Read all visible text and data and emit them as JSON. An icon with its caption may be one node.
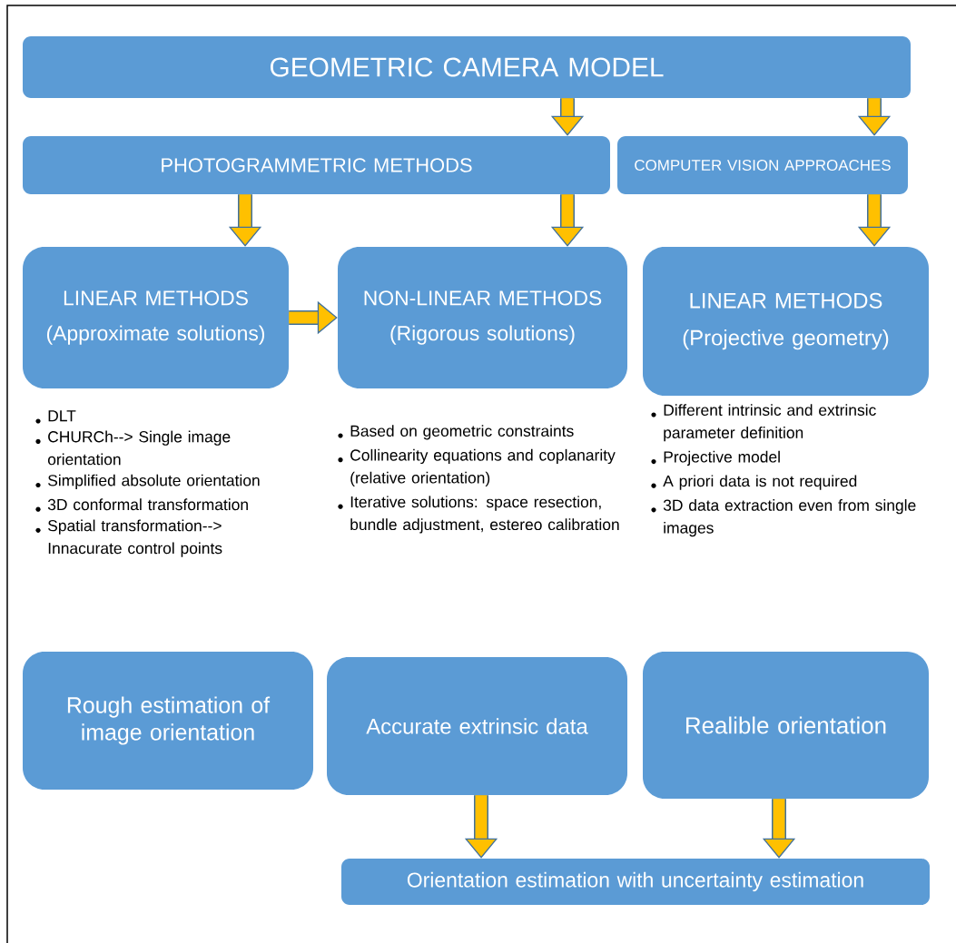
{
  "diagram": {
    "nodes": [
      {
        "text": [
          "GEOMETRIC CAMERA MODEL"
        ]
      },
      {
        "text": [
          "PHOTOGRAMMETRIC METHODS"
        ]
      },
      {
        "text": [
          "COMPUTER VISION APPROACHES"
        ]
      },
      {
        "text": [
          "LINEAR METHODS",
          "(Approximate solutions)"
        ]
      },
      {
        "text": [
          "NON-LINEAR METHODS",
          "(Rigorous solutions)"
        ]
      },
      {
        "text": [
          "LINEAR METHODS",
          "(Projective geometry)"
        ]
      },
      {
        "text": [
          "Rough estimation of image orientation"
        ]
      },
      {
        "text": [
          "Accurate extrinsic data"
        ]
      },
      {
        "text": [
          "Realible orientation"
        ]
      },
      {
        "text": [
          "Orientation estimation with uncertainty estimation"
        ]
      }
    ],
    "edges": [
      {
        "from": 0,
        "to": 1,
        "arrow": "to"
      },
      {
        "from": 0,
        "to": 2,
        "arrow": "to"
      },
      {
        "from": 1,
        "to": 3,
        "arrow": "to"
      },
      {
        "from": 1,
        "to": 4,
        "arrow": "to"
      },
      {
        "from": 2,
        "to": 5,
        "arrow": "to"
      },
      {
        "from": 3,
        "to": 4,
        "arrow": "to"
      },
      {
        "from": 7,
        "to": 9,
        "arrow": "to"
      },
      {
        "from": 8,
        "to": 9,
        "arrow": "to"
      }
    ],
    "labels": [
      "DLT",
      "CHURCh--> Single image orientation",
      "Simplified absolute orientation",
      "3D conformal transformation",
      "Spatial transformation--> Innacurate control points",
      "Based on geometric constraints",
      "Collinearity equations and coplanarity (relative orientation)",
      "Iterative solutions: space resection, bundle adjustment, estereo calibration",
      "Different intrinsic and extrinsic parameter definition",
      "Projective model",
      "A priori data is not required",
      "3D data extraction even from single images"
    ]
  }
}
